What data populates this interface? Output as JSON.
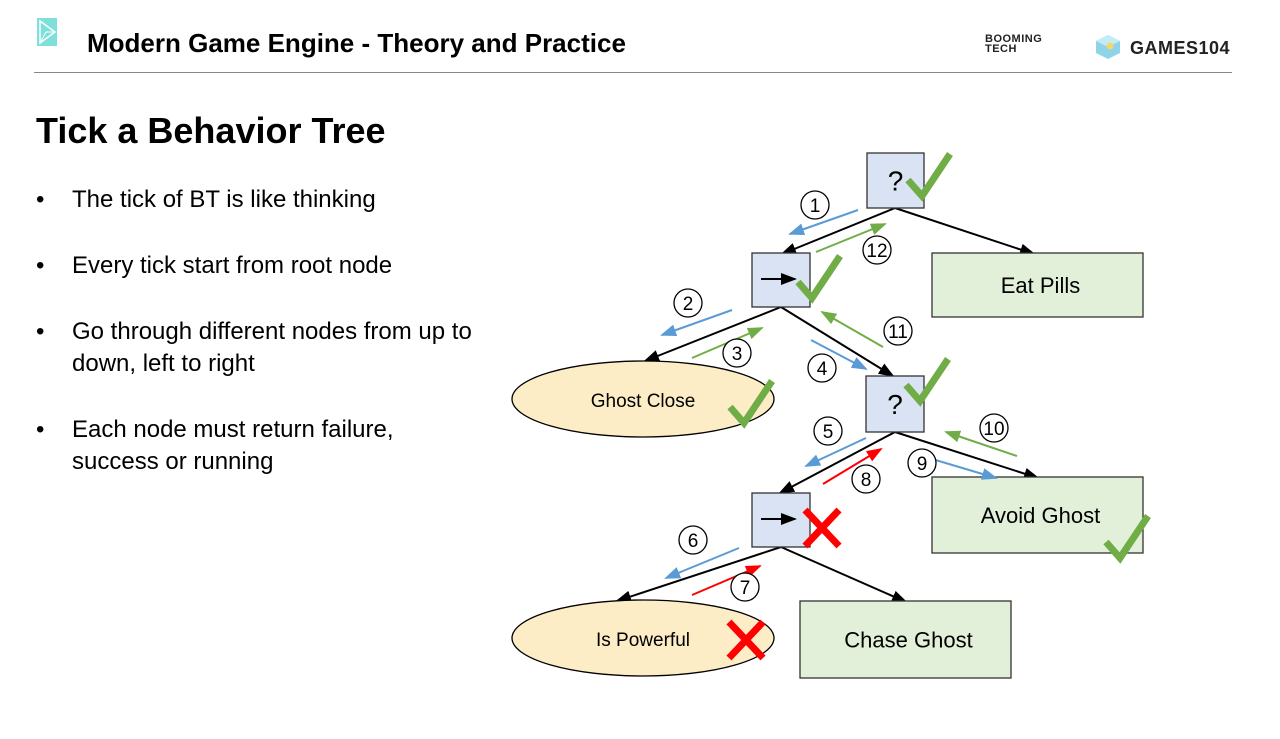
{
  "header": {
    "logo_icon": "play-triangle-icon",
    "title": "Modern Game Engine - Theory and Practice",
    "brand_booming": "BOOMING TECH",
    "brand_games": "GAMES104"
  },
  "slide": {
    "title": "Tick a Behavior Tree",
    "bullets": [
      "The tick of BT is like thinking",
      "Every tick start from root node",
      "Go through different nodes from up to down, left to right",
      "Each node must return failure, success or running"
    ]
  },
  "diagram": {
    "colors": {
      "composite_fill": "#dae3f3",
      "action_fill": "#e2f0d9",
      "condition_fill": "#fdedc6",
      "tick_down": "#5b9bd5",
      "return_success": "#70ad47",
      "return_failure": "#ff0000",
      "check": "#70ad47",
      "cross": "#ff0000"
    },
    "nodes": [
      {
        "id": "root",
        "type": "selector",
        "symbol": "?",
        "status": "success"
      },
      {
        "id": "seq1",
        "type": "sequence",
        "symbol": "→",
        "status": "success"
      },
      {
        "id": "eat-pills",
        "type": "action",
        "label": "Eat Pills",
        "status": ""
      },
      {
        "id": "ghost-close",
        "type": "condition",
        "label": "Ghost Close",
        "status": "success"
      },
      {
        "id": "sel2",
        "type": "selector",
        "symbol": "?",
        "status": "success"
      },
      {
        "id": "seq2",
        "type": "sequence",
        "symbol": "→",
        "status": "failure"
      },
      {
        "id": "avoid-ghost",
        "type": "action",
        "label": "Avoid Ghost",
        "status": "success"
      },
      {
        "id": "is-powerful",
        "type": "condition",
        "label": "Is Powerful",
        "status": "failure"
      },
      {
        "id": "chase-ghost",
        "type": "action",
        "label": "Chase Ghost",
        "status": ""
      }
    ],
    "steps": [
      {
        "n": "1",
        "kind": "tick",
        "from": "root",
        "to": "seq1"
      },
      {
        "n": "2",
        "kind": "tick",
        "from": "seq1",
        "to": "ghost-close"
      },
      {
        "n": "3",
        "kind": "success",
        "from": "ghost-close",
        "to": "seq1"
      },
      {
        "n": "4",
        "kind": "tick",
        "from": "seq1",
        "to": "sel2"
      },
      {
        "n": "5",
        "kind": "tick",
        "from": "sel2",
        "to": "seq2"
      },
      {
        "n": "6",
        "kind": "tick",
        "from": "seq2",
        "to": "is-powerful"
      },
      {
        "n": "7",
        "kind": "failure",
        "from": "is-powerful",
        "to": "seq2"
      },
      {
        "n": "8",
        "kind": "failure",
        "from": "seq2",
        "to": "sel2"
      },
      {
        "n": "9",
        "kind": "tick",
        "from": "sel2",
        "to": "avoid-ghost"
      },
      {
        "n": "10",
        "kind": "success",
        "from": "avoid-ghost",
        "to": "sel2"
      },
      {
        "n": "11",
        "kind": "success",
        "from": "sel2",
        "to": "seq1"
      },
      {
        "n": "12",
        "kind": "success",
        "from": "seq1",
        "to": "root"
      }
    ]
  }
}
